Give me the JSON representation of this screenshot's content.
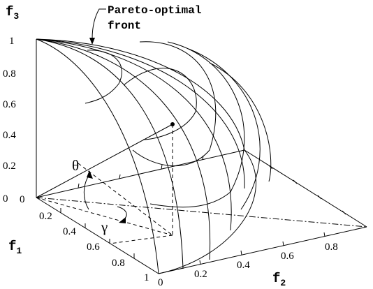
{
  "figure": {
    "annotation": {
      "line1": "Pareto-optimal",
      "line2": "front"
    },
    "angles": {
      "theta": "θ",
      "gamma": "γ"
    },
    "axes": {
      "f1": {
        "name": "f",
        "sub": "1"
      },
      "f2": {
        "name": "f",
        "sub": "2"
      },
      "f3": {
        "name": "f",
        "sub": "3"
      }
    },
    "ticks": {
      "f3": [
        "0",
        "0.2",
        "0.4",
        "0.6",
        "0.8",
        "1"
      ],
      "f1": [
        "0",
        "0.2",
        "0.4",
        "0.6",
        "0.8",
        "1"
      ],
      "f2": [
        "0",
        "0.2",
        "0.4",
        "0.6",
        "0.8"
      ]
    }
  }
}
